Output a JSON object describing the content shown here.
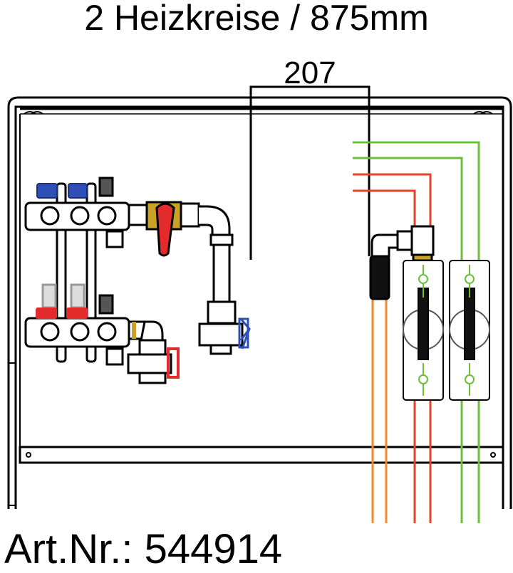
{
  "title": "2 Heizkreise / 875mm",
  "dimension_label": "207",
  "article_number": "Art.Nr.: 544914",
  "colors": {
    "supply_red": "#e8432a",
    "return_green": "#6bbf3a",
    "orange": "#f08a2a",
    "blue": "#2e4fb5",
    "brass": "#c9a227",
    "valve_red": "#e32b2b"
  }
}
